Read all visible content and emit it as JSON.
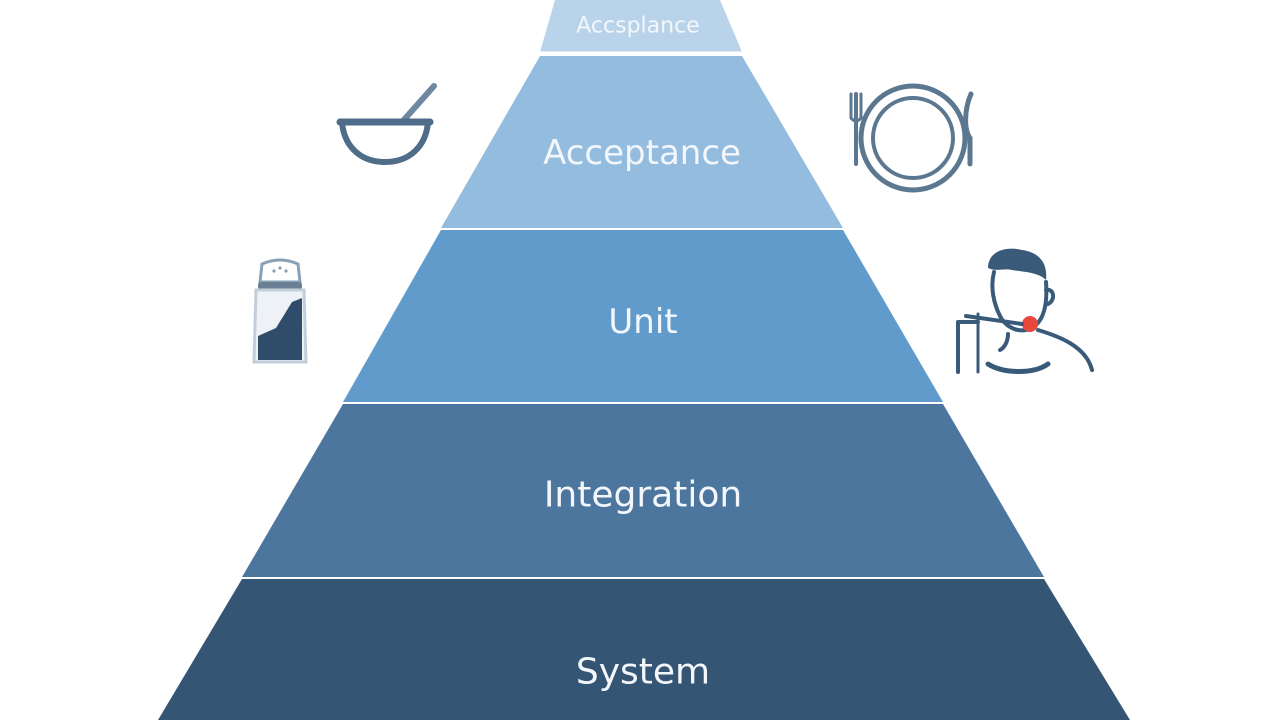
{
  "pyramid": {
    "tiers": [
      {
        "label": "Accsplance",
        "color": "#b9d3ea"
      },
      {
        "label": "Acceptance",
        "color": "#93bcdf"
      },
      {
        "label": "Unit",
        "color": "#619bcb"
      },
      {
        "label": "Integration",
        "color": "#4d769f"
      },
      {
        "label": "System",
        "color": "#355575"
      }
    ]
  },
  "icons": {
    "top_left": "bowl-with-spoon-icon",
    "top_right": "plate-with-fork-and-knife-icon",
    "mid_left": "salt-shaker-icon",
    "mid_right": "person-eating-icon"
  },
  "colors": {
    "background": "#ffffff",
    "icon_stroke": "#4f6c88",
    "accent_red": "#e8473c",
    "label_text": "#f3f7fb"
  }
}
